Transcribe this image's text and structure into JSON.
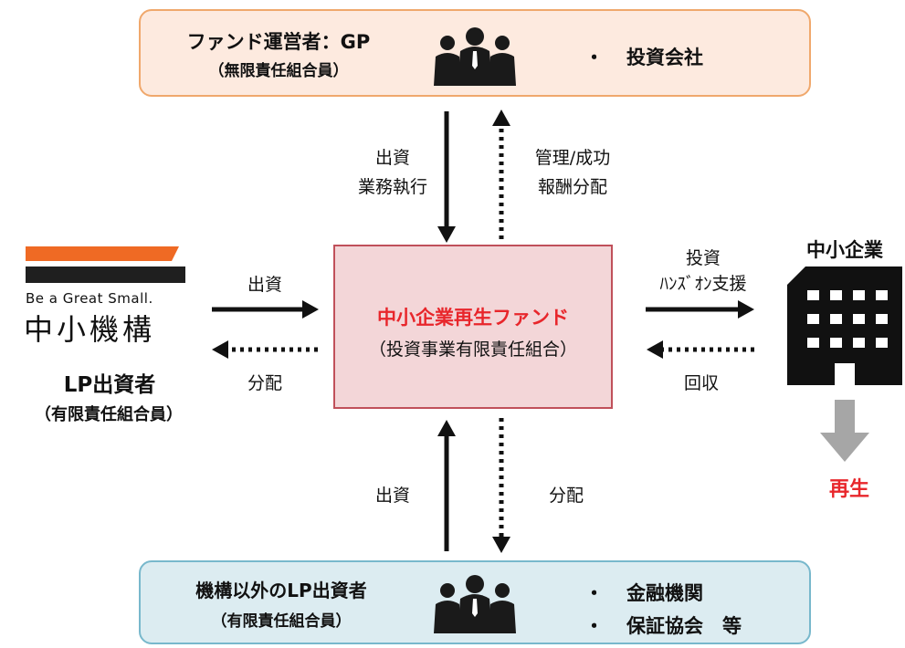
{
  "gp_box": {
    "title": "ファンド運営者：GP",
    "subtitle": "（無限責任組合員）",
    "bullet_marker": "・",
    "members": [
      "投資会社"
    ],
    "icon": "group-of-people-icon"
  },
  "fund": {
    "title": "中小企業再生ファンド",
    "subtitle": "（投資事業有限責任組合）"
  },
  "flows_top": {
    "down_line1": "出資",
    "down_line2": "業務執行",
    "up_line1": "管理/成功",
    "up_line2": "報酬分配"
  },
  "left": {
    "logo_tagline": "Be a Great Small.",
    "logo_name": "中小機構",
    "lp_title": "LP出資者",
    "lp_subtitle": "（有限責任組合員）",
    "to_fund": "出資",
    "from_fund": "分配"
  },
  "right": {
    "company_label": "中小企業",
    "to_company_line1": "投資",
    "to_company_line2": "ﾊﾝｽﾞｵﾝ支援",
    "from_company": "回収",
    "result": "再生",
    "icon": "office-building-icon"
  },
  "flows_bottom": {
    "up_label": "出資",
    "down_label": "分配"
  },
  "lp_box": {
    "title": "機構以外のLP出資者",
    "subtitle": "（有限責任組合員）",
    "bullet_marker": "・",
    "members": [
      "金融機関",
      "保証協会　等"
    ],
    "icon": "group-of-people-icon"
  },
  "colors": {
    "accent_red": "#e8262b",
    "gp_fill": "#fdeadf",
    "gp_border": "#f0a86c",
    "lp_fill": "#dcecf1",
    "lp_border": "#78b8cc",
    "fund_fill": "#f3d6d8",
    "fund_border": "#c0505a",
    "logo_orange": "#ef6a24"
  }
}
